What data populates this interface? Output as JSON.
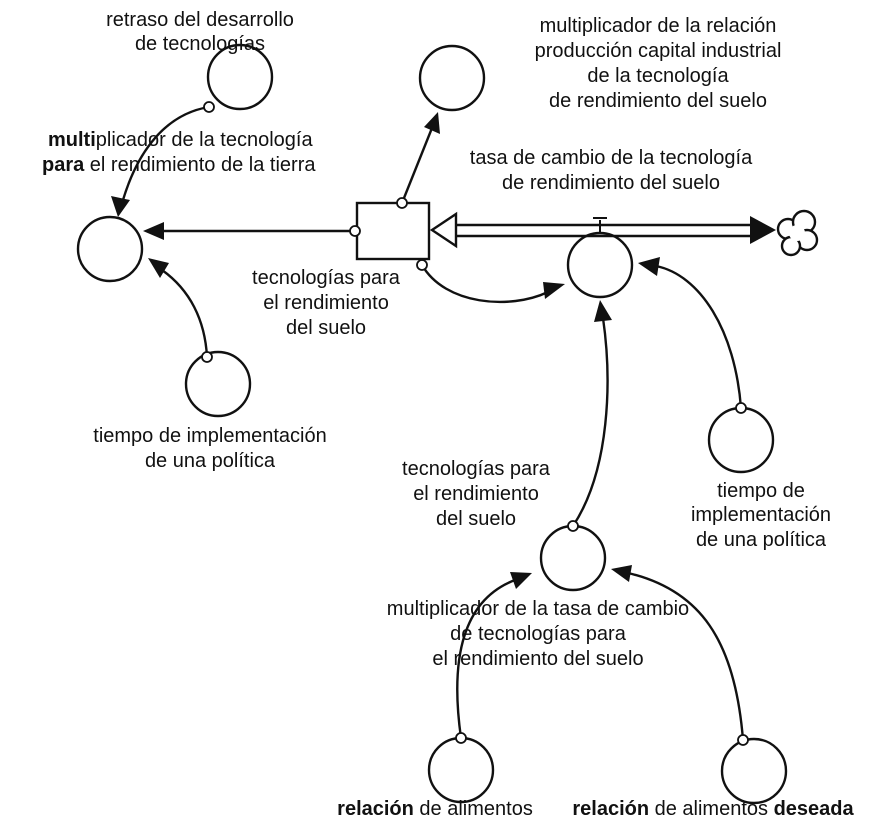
{
  "labels": {
    "retraso_1": "retraso del desarrollo",
    "retraso_2": "de tecnologías",
    "mult_rel_1": "multiplicador de la relación",
    "mult_rel_2": "producción capital industrial",
    "mult_rel_3": "de la tecnología",
    "mult_rel_4": "de rendimiento del suelo",
    "mult_tec_1_bold": "multi",
    "mult_tec_1_rest": "plicador de la tecnología",
    "mult_tec_2_bold": "para",
    "mult_tec_2_rest": " el rendimiento de la tierra",
    "tasa_1": "tasa de cambio de la tecnología",
    "tasa_2": "de rendimiento del suelo",
    "stock_1": "tecnologías para",
    "stock_2": "el rendimiento",
    "stock_3": "del suelo",
    "tiempo_left_1": "tiempo de implementación",
    "tiempo_left_2": "de una política",
    "tec_aux_1": "tecnologías para",
    "tec_aux_2": "el rendimiento",
    "tec_aux_3": "del suelo",
    "tiempo_right_1": "tiempo de",
    "tiempo_right_2": "implementación",
    "tiempo_right_3": "de una política",
    "mult_tasa_1": "multiplicador de la tasa de cambio",
    "mult_tasa_2": "de tecnologías para",
    "mult_tasa_3": "el rendimiento del suelo",
    "rel_alim_bold": "relación",
    "rel_alim_rest": " de alimentos",
    "rel_des_bold_1": "relación",
    "rel_des_rest": " de alimentos ",
    "rel_des_bold_2": "deseada"
  }
}
